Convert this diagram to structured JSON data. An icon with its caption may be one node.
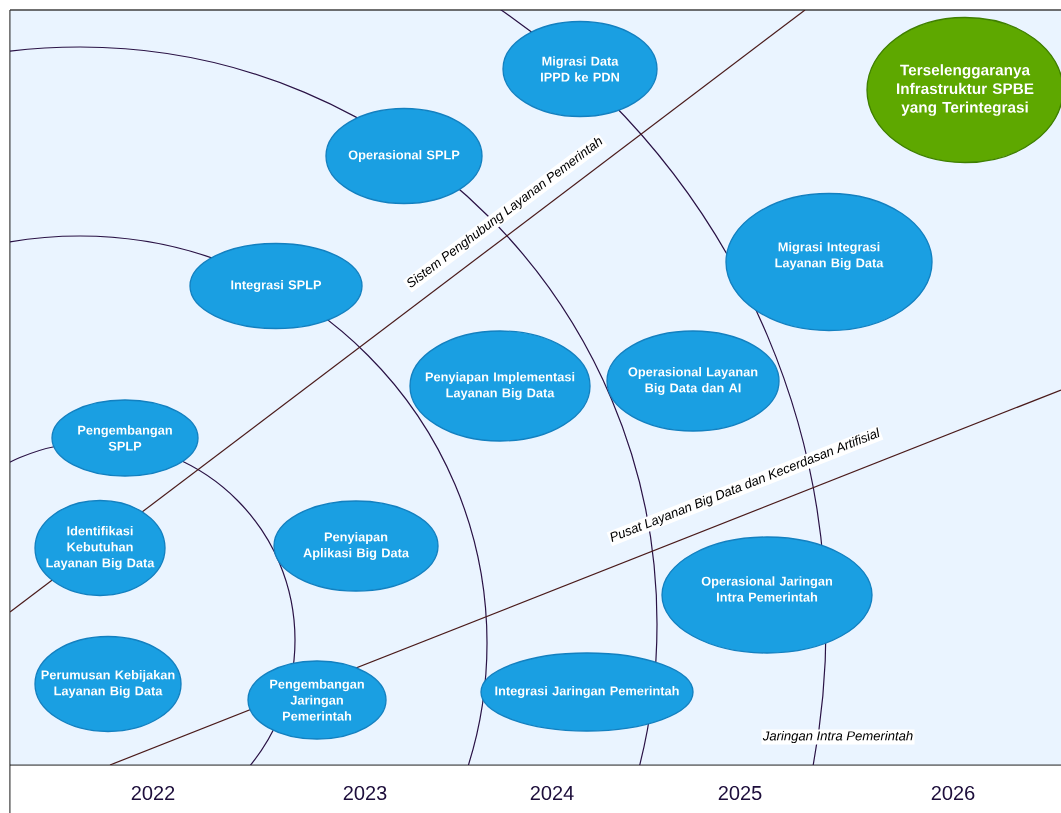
{
  "diagram": {
    "nodes": [
      {
        "text": [
          "Migrasi Data IPPD ke PDN"
        ]
      },
      {
        "text": [
          "Terselenggaranya Infrastruktur SPBE yang Terintegrasi"
        ]
      },
      {
        "text": [
          "Operasional SPLP"
        ]
      },
      {
        "text": [
          "Migrasi Integrasi Layanan Big Data"
        ]
      },
      {
        "text": [
          "Integrasi SPLP"
        ]
      },
      {
        "text": [
          "Penyiapan Implementasi Layanan Big Data"
        ]
      },
      {
        "text": [
          "Operasional Layanan Big Data dan AI"
        ]
      },
      {
        "text": [
          "Pengembangan SPLP"
        ]
      },
      {
        "text": [
          "Identifikasi Kebutuhan Layanan Big Data"
        ]
      },
      {
        "text": [
          "Penyiapan Aplikasi Big Data"
        ]
      },
      {
        "text": [
          "Operasional Jaringan Intra Pemerintah"
        ]
      },
      {
        "text": [
          "Perumusan Kebijakan Layanan Big Data"
        ]
      },
      {
        "text": [
          "Pengembangan Jaringan Pemerintah"
        ]
      },
      {
        "text": [
          "Integrasi Jaringan Pemerintah"
        ]
      }
    ],
    "labels": [
      "Sistem Penghubung Layanan Pemerintah",
      "Pusat Layanan Big Data dan Kecerdasan Artifisial",
      "Jaringan Intra Pemerintah",
      "2022",
      "2023",
      "2024",
      "2025",
      "2026"
    ]
  }
}
